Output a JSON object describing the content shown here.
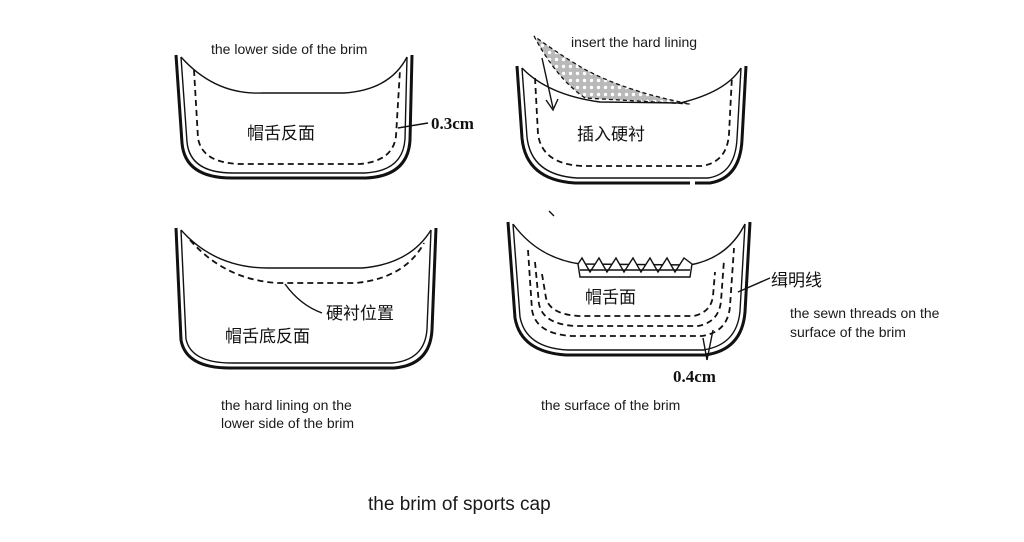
{
  "labels": {
    "lower_side_brim": "the lower side of the brim",
    "insert_hard_lining": "insert the hard lining",
    "brim_reverse_cn": "帽舌反面",
    "insert_lining_cn": "插入硬衬",
    "dim_03": "0.3cm",
    "lining_position_cn": "硬衬位置",
    "brim_bottom_reverse_cn": "帽舌底反面",
    "topstitch_cn": "缉明线",
    "brim_face_cn": "帽舌面",
    "sewn_threads_1": "the sewn threads on the",
    "sewn_threads_2": "surface of the brim",
    "dim_04": "0.4cm",
    "hard_lining_1": "the hard lining on the",
    "hard_lining_2": "lower side of the brim",
    "surface_brim": "the surface of the brim"
  },
  "caption": "the brim of sports cap"
}
